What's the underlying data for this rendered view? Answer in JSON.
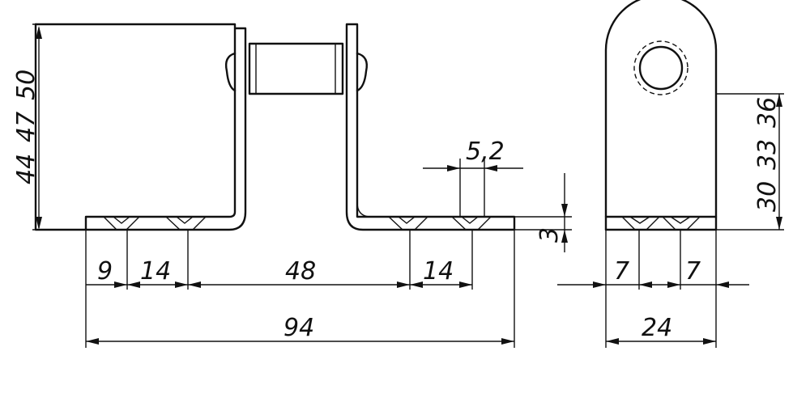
{
  "dimensions": {
    "front_heights": [
      "44",
      "47",
      "50"
    ],
    "side_heights": [
      "30",
      "33",
      "36"
    ],
    "hole_pitch": "5,2",
    "plate_thickness": "3",
    "spacing_9": "9",
    "spacing_14_left": "14",
    "spacing_48": "48",
    "spacing_14_right": "14",
    "overall_length": "94",
    "side_spacing_left": "7",
    "side_spacing_right": "7",
    "overall_width": "24"
  }
}
